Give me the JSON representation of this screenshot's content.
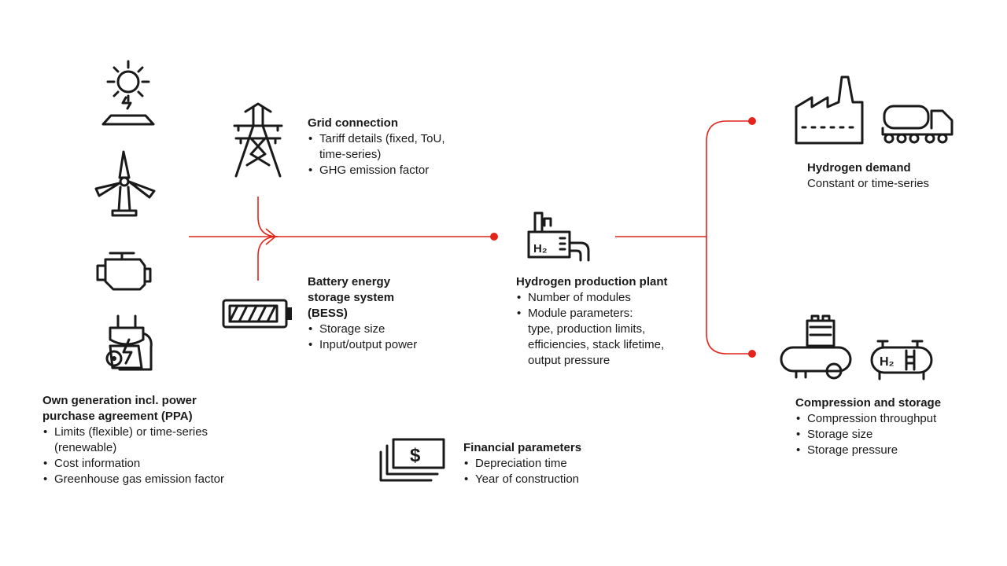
{
  "own_generation": {
    "title_line1": "Own generation incl. power",
    "title_line2": "purchase agreement (PPA)",
    "items": [
      {
        "line1": "Limits (flexible) or time-series",
        "line2": "(renewable)"
      },
      {
        "line1": "Cost information"
      },
      {
        "line1": "Greenhouse gas emission factor"
      }
    ]
  },
  "grid": {
    "title": "Grid connection",
    "items": [
      {
        "line1": "Tariff details (fixed, ToU,",
        "line2": "time-series)"
      },
      {
        "line1": "GHG emission factor"
      }
    ]
  },
  "bess": {
    "title_line1": "Battery energy",
    "title_line2": "storage system",
    "title_line3": "(BESS)",
    "items": [
      {
        "line1": "Storage size"
      },
      {
        "line1": "Input/output power"
      }
    ]
  },
  "plant": {
    "title": "Hydrogen production plant",
    "items": [
      {
        "line1": "Number of modules"
      },
      {
        "line1": "Module parameters:",
        "line2": "type, production limits,",
        "line3": "efficiencies, stack lifetime,",
        "line4": "output pressure"
      }
    ]
  },
  "demand": {
    "title": "Hydrogen demand",
    "subtitle": "Constant or time-series"
  },
  "storage": {
    "title": "Compression and storage",
    "items": [
      {
        "line1": "Compression throughput"
      },
      {
        "line1": "Storage size"
      },
      {
        "line1": "Storage pressure"
      }
    ]
  },
  "financial": {
    "title": "Financial parameters",
    "items": [
      {
        "line1": "Depreciation time"
      },
      {
        "line1": "Year of construction"
      }
    ]
  },
  "icons": {
    "h2_label": "H₂",
    "dollar": "$"
  },
  "colors": {
    "accent": "#e1251b",
    "ink": "#1a1a1a"
  }
}
